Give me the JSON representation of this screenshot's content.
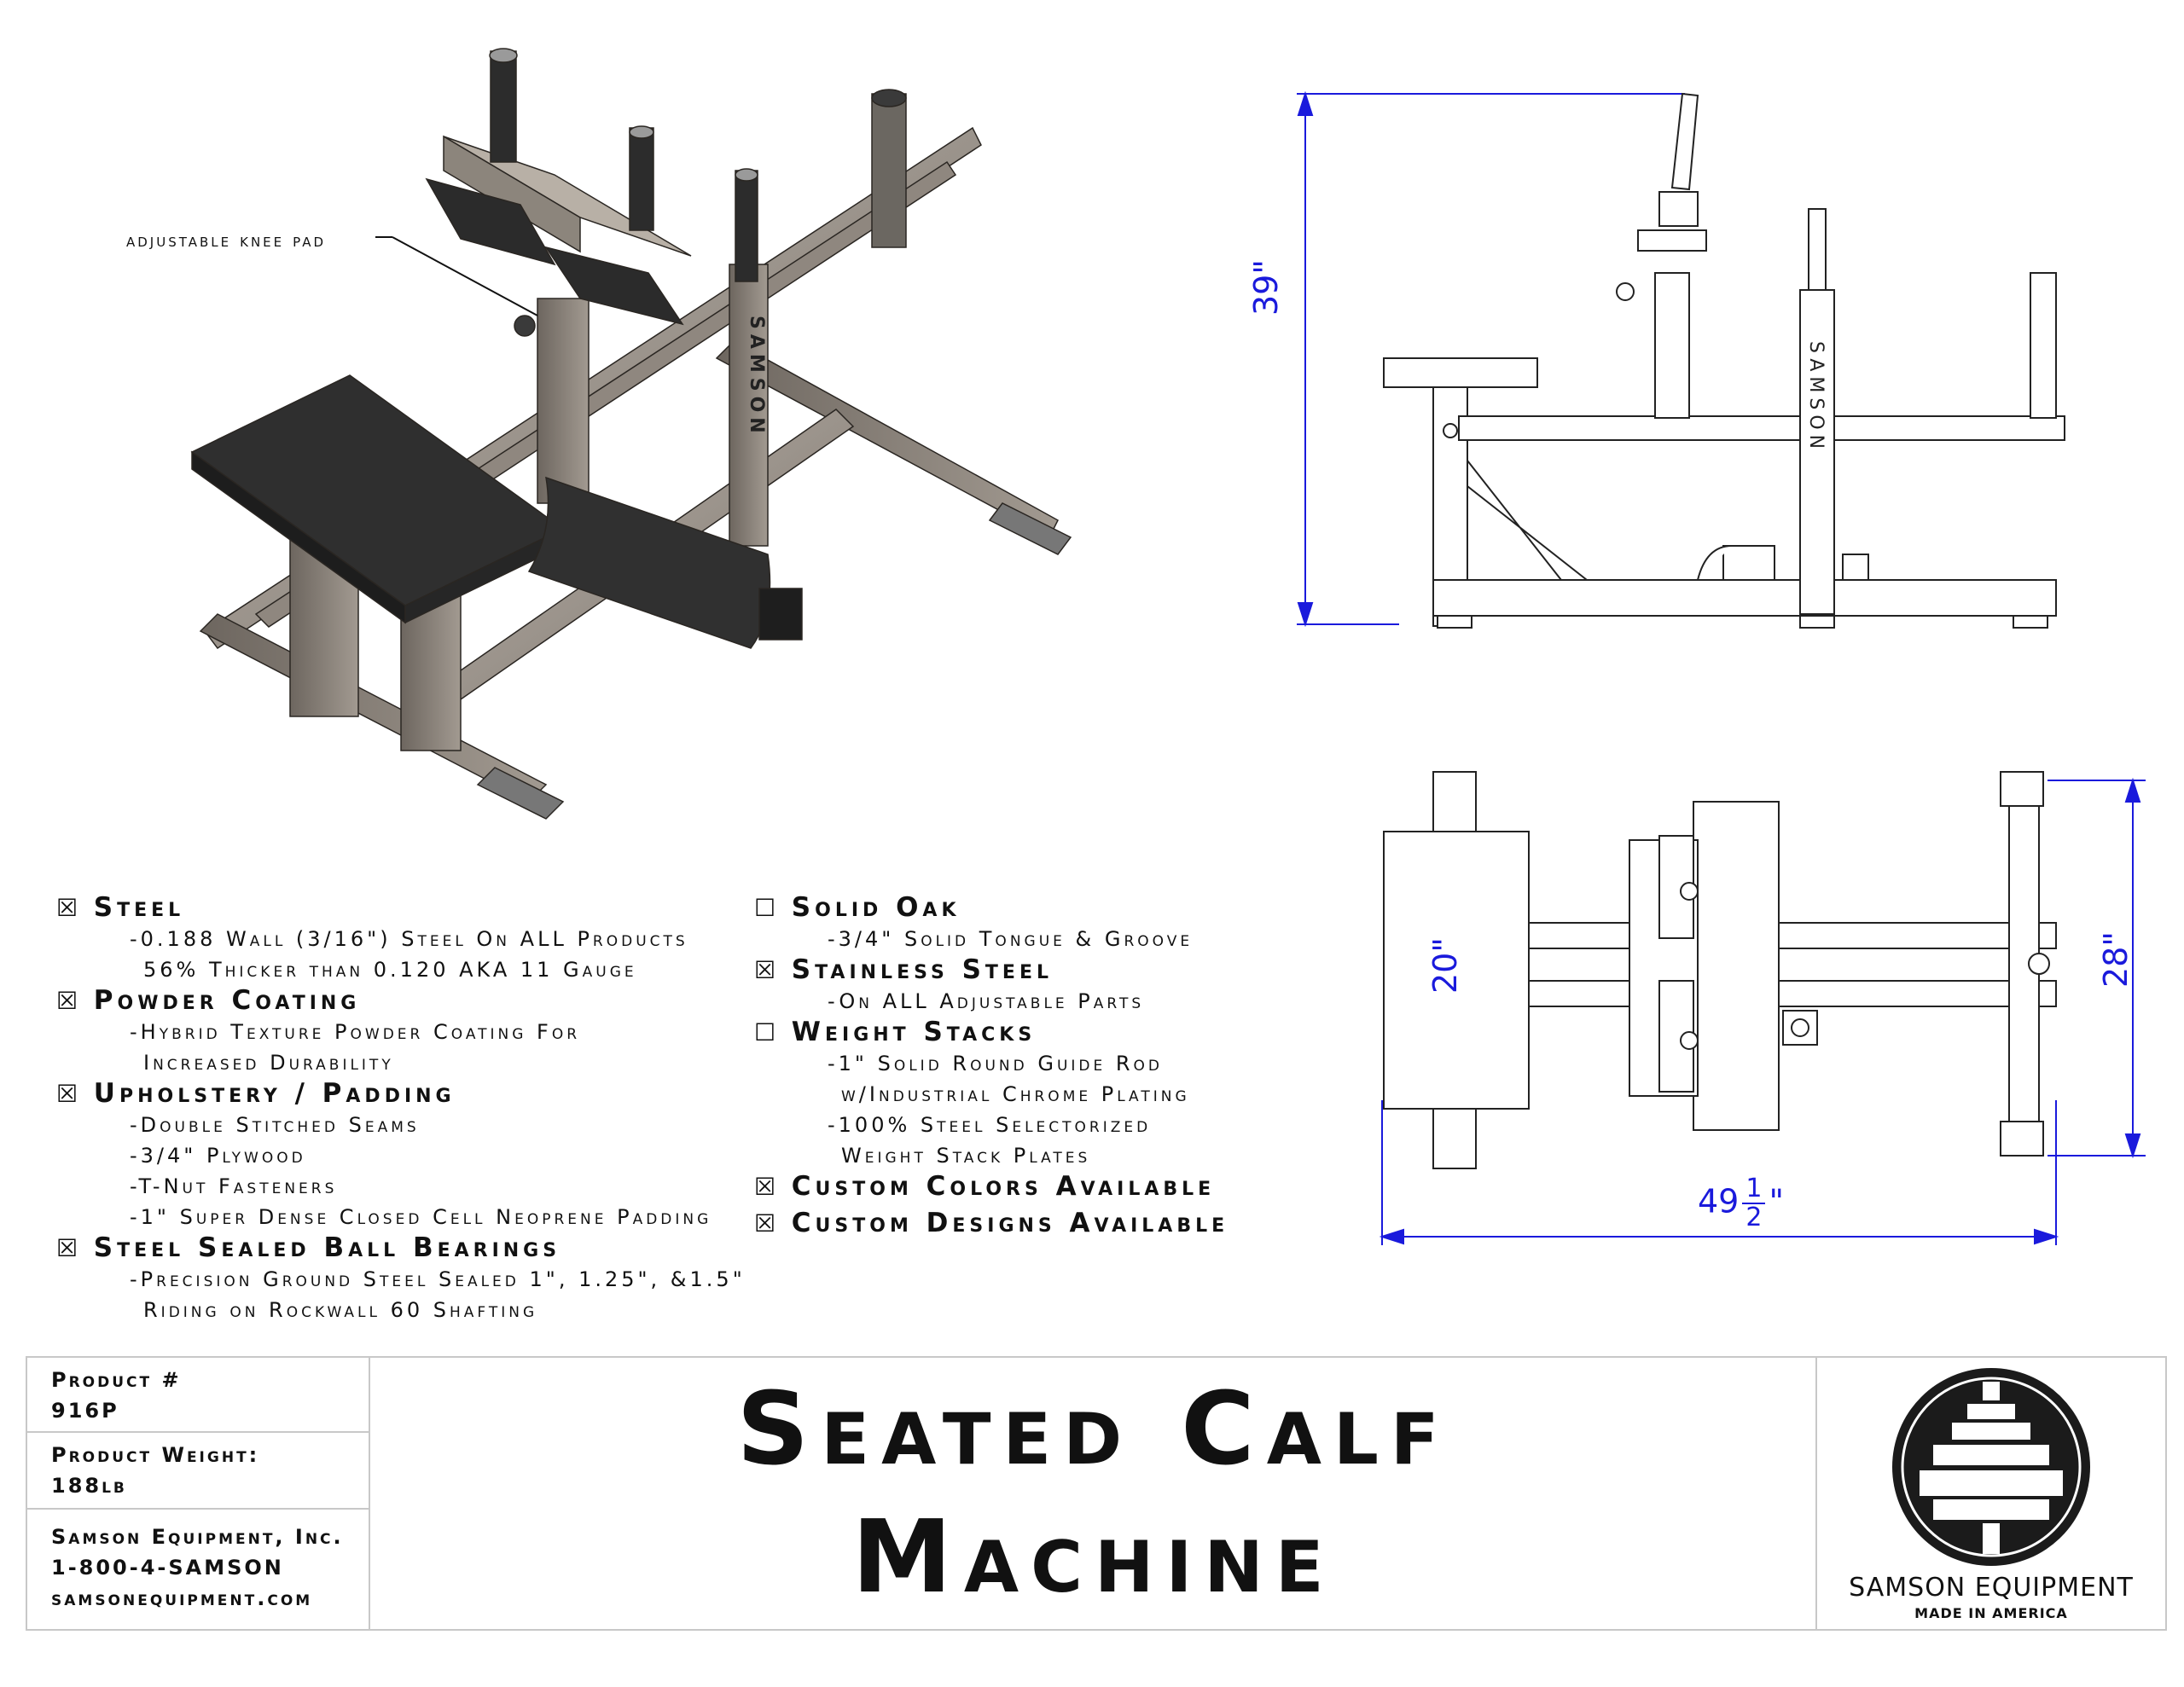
{
  "callout": {
    "knee_pad": "adjustable knee pad"
  },
  "dimensions": {
    "height": "39\"",
    "width": "20\"",
    "depth": "28\"",
    "length_whole": "49",
    "length_num": "1",
    "length_den": "2",
    "length_unit": "\""
  },
  "frame_brand": "SAMSON",
  "specs_left": [
    {
      "checked": "☒",
      "head": "Steel",
      "lines": [
        "-0.188 Wall (3/16\") Steel On ALL Products",
        " 56% Thicker than 0.120 AKA 11 Gauge"
      ]
    },
    {
      "checked": "☒",
      "head": "Powder Coating",
      "lines": [
        "-Hybrid Texture Powder Coating For",
        " Increased Durability"
      ]
    },
    {
      "checked": "☒",
      "head": "Upholstery / Padding",
      "lines": [
        "-Double Stitched Seams",
        "-3/4\" Plywood",
        "-T-Nut Fasteners",
        "-1\" Super Dense Closed Cell Neoprene Padding"
      ]
    },
    {
      "checked": "☒",
      "head": "Steel Sealed Ball Bearings",
      "lines": [
        "-Precision Ground Steel Sealed 1\", 1.25\", &1.5\"",
        " Riding on Rockwall 60 Shafting"
      ]
    }
  ],
  "specs_right": [
    {
      "checked": "☐",
      "head": "Solid Oak",
      "lines": [
        "-3/4\" Solid Tongue & Groove"
      ]
    },
    {
      "checked": "☒",
      "head": "Stainless Steel",
      "lines": [
        "-On ALL Adjustable Parts"
      ]
    },
    {
      "checked": "☐",
      "head": "Weight Stacks",
      "lines": [
        "-1\" Solid Round Guide Rod",
        " w/Industrial Chrome Plating",
        "-100% Steel Selectorized",
        " Weight Stack Plates"
      ]
    },
    {
      "checked": "☒",
      "head": "Custom Colors Available",
      "lines": []
    },
    {
      "checked": "☒",
      "head": "Custom Designs Available",
      "lines": []
    }
  ],
  "title_block": {
    "product_label": "Product #",
    "product_number": "916P",
    "weight_label": "Product Weight:",
    "weight_value": "188lb",
    "company": "Samson Equipment, Inc.",
    "phone": "1-800-4-SAMSON",
    "website": "samsonequipment.com",
    "title_line1": "Seated Calf",
    "title_line2": "Machine",
    "logo_name": "SAMSON EQUIPMENT",
    "logo_tagline": "MADE IN AMERICA"
  }
}
